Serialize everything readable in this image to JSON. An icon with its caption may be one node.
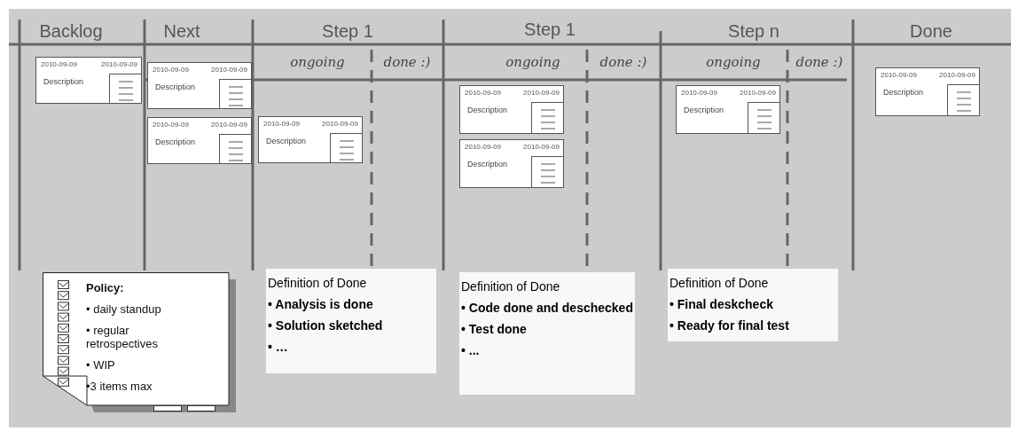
{
  "diagram": {
    "nodes": [
      {
        "text": [
          "2010-09-09",
          "2010-09-09",
          "Description"
        ]
      },
      {
        "text": [
          "2010-09-09",
          "2010-09-09",
          "Description"
        ]
      },
      {
        "text": [
          "2010-09-09",
          "2010-09-09",
          "Description"
        ]
      },
      {
        "text": [
          "2010-09-09",
          "2010-09-09",
          "Description"
        ]
      },
      {
        "text": [
          "2010-09-09",
          "2010-09-09",
          "Description"
        ]
      },
      {
        "text": [
          "2010-09-09",
          "2010-09-09",
          "Description"
        ]
      },
      {
        "text": [
          "2010-09-09",
          "2010-09-09",
          "Description"
        ]
      },
      {
        "text": [
          "2010-09-09",
          "2010-09-09",
          "Description"
        ]
      },
      {
        "text": [
          "Policy:",
          "• daily standup",
          "• regular retrospectives",
          "• WIP",
          "•3 items max"
        ]
      },
      {
        "text": [
          "Definition of Done",
          "• Analysis is done",
          "• Solution sketched",
          "• …"
        ]
      },
      {
        "text": [
          "Definition of Done",
          "• Code done and deschecked",
          "• Test done",
          "• ..."
        ]
      },
      {
        "text": [
          "Definition of Done",
          "• Final deskcheck",
          "• Ready for final test"
        ]
      }
    ],
    "edges": [],
    "labels": [
      "Backlog",
      "Next",
      "Step 1",
      "Step 1",
      "Step n",
      "Done",
      "ongoing",
      "done :)",
      "ongoing",
      "done :)",
      "ongoing",
      "done :)"
    ]
  }
}
